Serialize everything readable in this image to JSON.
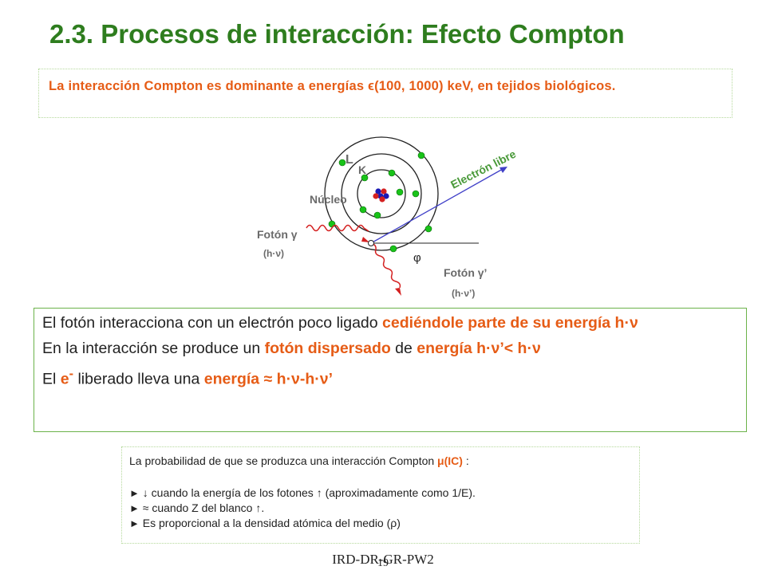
{
  "title": "2.3. Procesos de interacción: Efecto Compton",
  "intro": "La interacción Compton es dominante a energías ϵ(100, 1000) keV, en tejidos biológicos.",
  "diagram": {
    "label_L": "L",
    "label_K": "K",
    "label_nucleus": "Núcleo",
    "label_electron": "Electrón libre",
    "label_photon_in": "Fotón γ",
    "label_photon_in_energy": "(h·ν)",
    "label_angle": "φ",
    "label_photon_out": "Fotón γ’",
    "label_photon_out_energy": "(h·ν’)"
  },
  "points": [
    {
      "text1": "El fotón interacciona con un electrón poco ligado ",
      "highlight1": "cediéndole parte de su energía h·ν"
    },
    {
      "text1": "En la interacción se produce un ",
      "highlight1": "fotón dispersado",
      "text2": " de ",
      "highlight2": "energía h·ν’< h·ν"
    },
    {
      "text1": "El ",
      "highlight1": "e",
      "sup": "-",
      "text2": " liberado lleva una ",
      "highlight2": "energía ≈ h·ν-h·ν’"
    }
  ],
  "probability": {
    "intro": "La probabilidad de que se produzca una interacción Compton ",
    "symbol": "μ(IC)",
    "colon": " :",
    "bullet_marker": "►",
    "items": [
      {
        "pre": "↓ cuando la energía de los fotones ",
        "arrow": "↑",
        "post": " (aproximadamente como 1/E)."
      },
      {
        "pre": "≈ cuando Z del blanco ",
        "arrow": "↑",
        "post": "."
      },
      {
        "pre": "Es proporcional a la densidad atómica del medio (ρ)",
        "arrow": "",
        "post": ""
      }
    ]
  },
  "footer": "IRD-DR-GR-PW2",
  "page_number": "19",
  "colors": {
    "title": "#2e7d1e",
    "highlight": "#e65c16",
    "border": "#6cb34a",
    "electron": "#19c319",
    "nucleus": "#1a1ab4",
    "arrow": "#4040c8",
    "photon": "#d42020"
  }
}
